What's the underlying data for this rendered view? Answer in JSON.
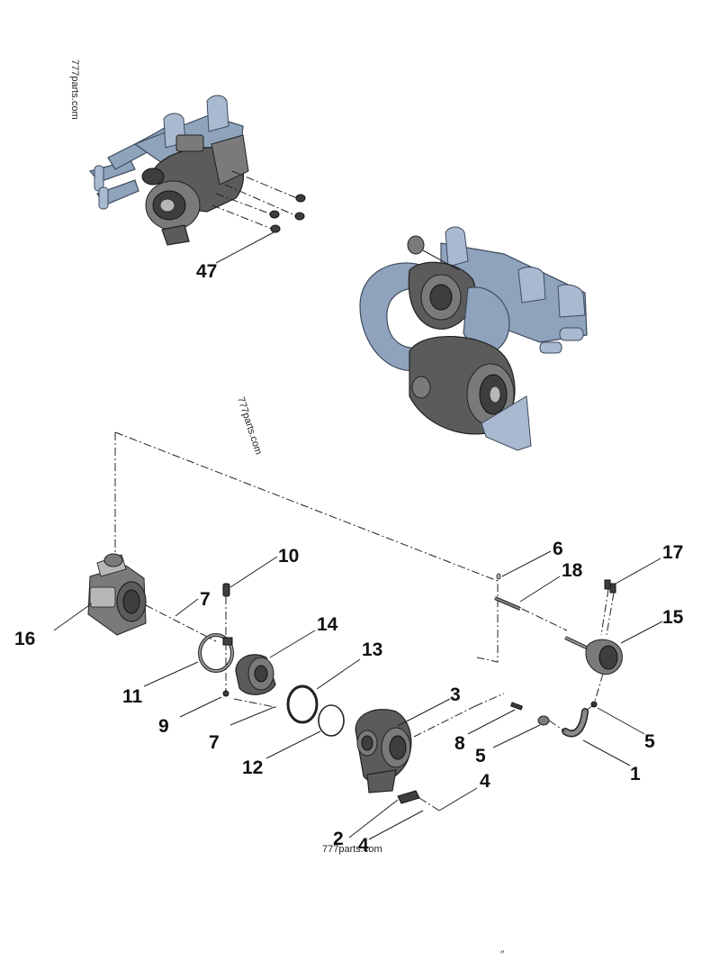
{
  "watermarks": {
    "top_left": "777parts.com",
    "middle": "777parts.com",
    "bottom": "777parts.com"
  },
  "callouts": {
    "c47": "47",
    "c10": "10",
    "c7a": "7",
    "c16": "16",
    "c14": "14",
    "c13": "13",
    "c11": "11",
    "c9": "9",
    "c7b": "7",
    "c12": "12",
    "c3": "3",
    "c8": "8",
    "c5a": "5",
    "c4a": "4",
    "c2": "2",
    "c4b": "4",
    "c6": "6",
    "c18": "18",
    "c17": "17",
    "c15": "15",
    "c5b": "5",
    "c1": "1"
  },
  "footer_mark": "′′"
}
